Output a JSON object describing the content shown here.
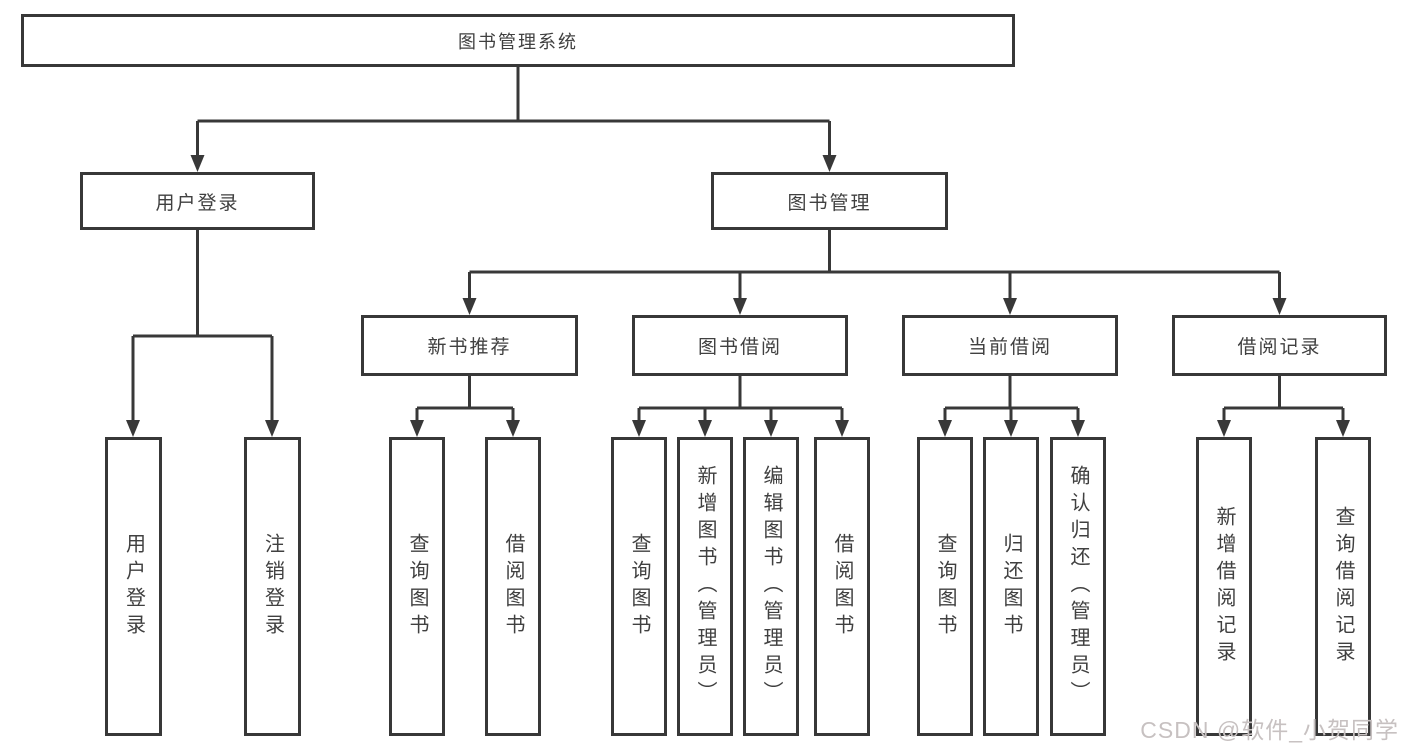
{
  "tree": {
    "label": "图书管理系统",
    "children": [
      {
        "label": "用户登录",
        "children": [
          {
            "label": "用户登录"
          },
          {
            "label": "注销登录"
          }
        ]
      },
      {
        "label": "图书管理",
        "children": [
          {
            "label": "新书推荐",
            "children": [
              {
                "label": "查询图书"
              },
              {
                "label": "借阅图书"
              }
            ]
          },
          {
            "label": "图书借阅",
            "children": [
              {
                "label": "查询图书"
              },
              {
                "label": "新增图书（管理员）"
              },
              {
                "label": "编辑图书（管理员）"
              },
              {
                "label": "借阅图书"
              }
            ]
          },
          {
            "label": "当前借阅",
            "children": [
              {
                "label": "查询图书"
              },
              {
                "label": "归还图书"
              },
              {
                "label": "确认归还（管理员）"
              }
            ]
          },
          {
            "label": "借阅记录",
            "children": [
              {
                "label": "新增借阅记录"
              },
              {
                "label": "查询借阅记录"
              }
            ]
          }
        ]
      }
    ]
  },
  "watermark": "CSDN @软件_小贺同学",
  "colors": {
    "line": "#383838",
    "text": "#404040",
    "watermark": "#c7c1c1",
    "background": "#ffffff"
  }
}
